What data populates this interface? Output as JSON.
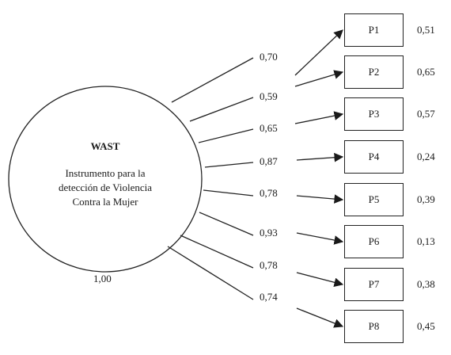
{
  "factor": {
    "name": "WAST",
    "description_lines": [
      "Instrumento para la",
      "detección de Violencia",
      "Contra la Mujer"
    ],
    "variance": "1,00"
  },
  "indicators": [
    {
      "label": "P1",
      "loading": "0,70",
      "error": "0,51"
    },
    {
      "label": "P2",
      "loading": "0,59",
      "error": "0,65"
    },
    {
      "label": "P3",
      "loading": "0,65",
      "error": "0,57"
    },
    {
      "label": "P4",
      "loading": "0,87",
      "error": "0,24"
    },
    {
      "label": "P5",
      "loading": "0,78",
      "error": "0,39"
    },
    {
      "label": "P6",
      "loading": "0,93",
      "error": "0,13"
    },
    {
      "label": "P7",
      "loading": "0,78",
      "error": "0,38"
    },
    {
      "label": "P8",
      "loading": "0,74",
      "error": "0,45"
    }
  ]
}
